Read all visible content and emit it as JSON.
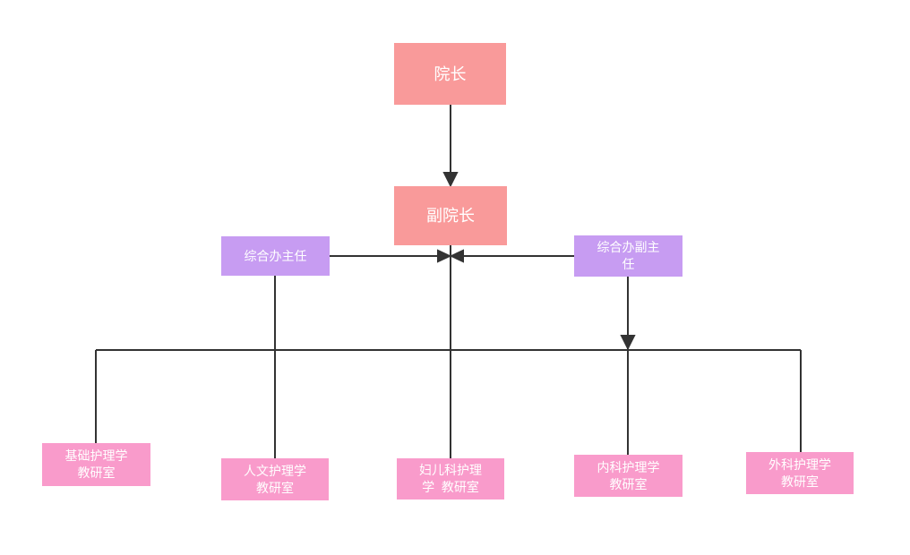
{
  "diagram": {
    "type": "org-chart",
    "colors": {
      "background": "#ffffff",
      "executive_node": "#f99a9a",
      "office_node": "#c79cf2",
      "department_node": "#f99bcb",
      "node_text": "#ffffff",
      "connector": "#333333"
    },
    "nodes": [
      {
        "id": "dean",
        "label": "院长",
        "role": "executive"
      },
      {
        "id": "vice-dean",
        "label": "副院长",
        "role": "executive"
      },
      {
        "id": "office-director",
        "label": "综合办主任",
        "role": "office"
      },
      {
        "id": "office-deputy-director",
        "label": "综合办副主\n任",
        "role": "office"
      },
      {
        "id": "basic-nursing",
        "label": "基础护理学\n教研室",
        "role": "department"
      },
      {
        "id": "humanistic-nursing",
        "label": "人文护理学\n教研室",
        "role": "department"
      },
      {
        "id": "obgyn-pediatric-nursing",
        "label": "妇儿科护理\n学  教研室",
        "role": "department"
      },
      {
        "id": "internal-medicine-nursing",
        "label": "内科护理学\n教研室",
        "role": "department"
      },
      {
        "id": "surgical-nursing",
        "label": "外科护理学\n教研室",
        "role": "department"
      }
    ],
    "edges": [
      {
        "from": "dean",
        "to": "vice-dean",
        "arrow": true
      },
      {
        "from": "office-director",
        "to": "center-junction",
        "arrow": true
      },
      {
        "from": "office-deputy-director",
        "to": "center-junction",
        "arrow": true
      },
      {
        "from": "vice-dean",
        "to": "obgyn-pediatric-nursing",
        "arrow": false
      },
      {
        "from": "office-director",
        "to": "humanistic-nursing",
        "arrow": false
      },
      {
        "from": "office-deputy-director",
        "to": "internal-medicine-nursing",
        "arrow": true
      },
      {
        "from": "bus-line",
        "to": "basic-nursing",
        "arrow": false
      },
      {
        "from": "bus-line",
        "to": "surgical-nursing",
        "arrow": false
      }
    ]
  }
}
